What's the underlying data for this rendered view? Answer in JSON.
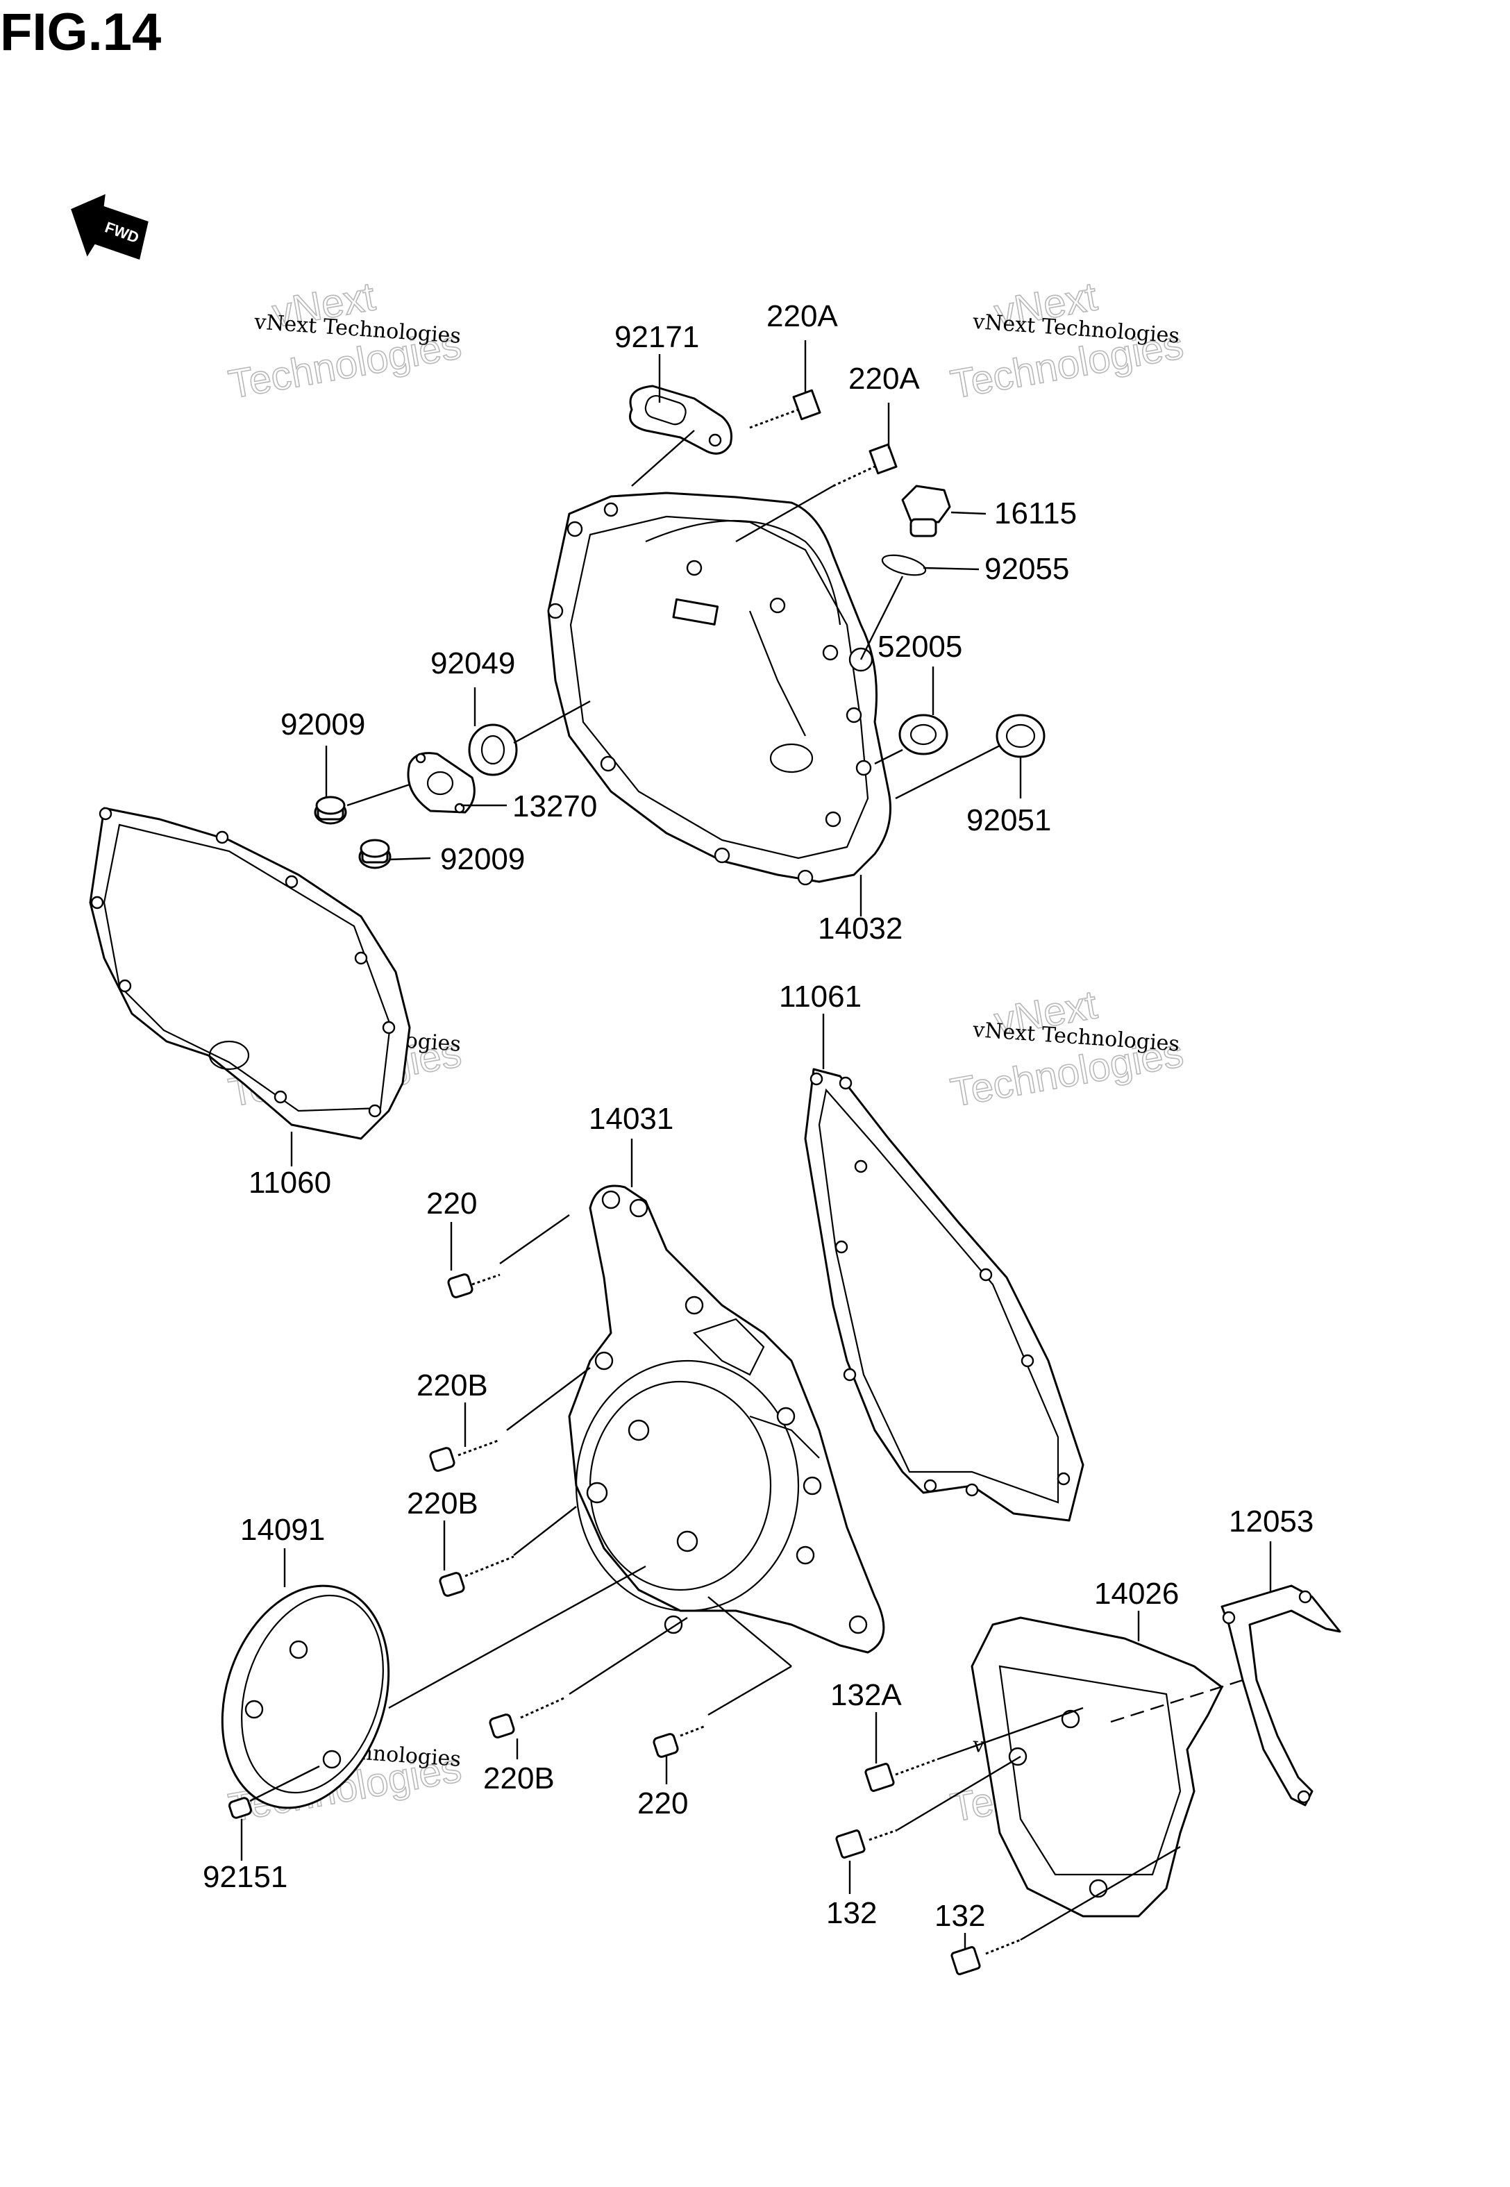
{
  "figure": {
    "title": "FIG.14"
  },
  "direction_marker": {
    "text": "FWD"
  },
  "watermark": {
    "small": "vNext Technologies",
    "big_top": "vNext",
    "big_bottom": "Technologies"
  },
  "parts": {
    "p92171": "92171",
    "p220A_1": "220A",
    "p220A_2": "220A",
    "p16115": "16115",
    "p92055": "92055",
    "p52005": "52005",
    "p92051": "92051",
    "p14032": "14032",
    "p92049": "92049",
    "p92009_1": "92009",
    "p13270": "13270",
    "p92009_2": "92009",
    "p11060": "11060",
    "p11061": "11061",
    "p14031": "14031",
    "p220_1": "220",
    "p220B_1": "220B",
    "p220B_2": "220B",
    "p14091": "14091",
    "p92151": "92151",
    "p220B_3": "220B",
    "p220_2": "220",
    "p132A": "132A",
    "p132_1": "132",
    "p132_2": "132",
    "p14026": "14026",
    "p12053": "12053"
  }
}
